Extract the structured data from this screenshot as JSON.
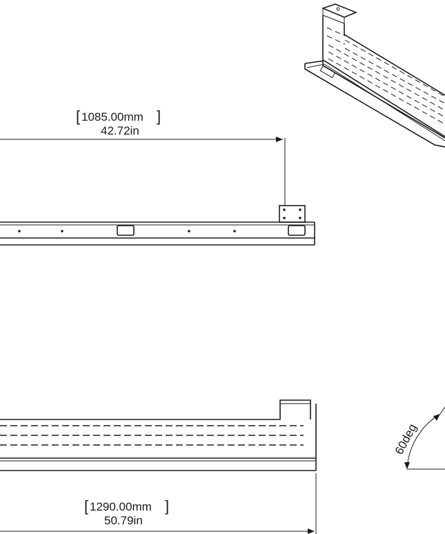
{
  "views": {
    "top_dimension": {
      "metric": "1085.00mm",
      "imperial": "42.72in"
    },
    "bottom_dimension": {
      "metric": "1290.00mm",
      "imperial": "50.79in"
    },
    "angle_dimension": {
      "label": "60deg"
    }
  }
}
